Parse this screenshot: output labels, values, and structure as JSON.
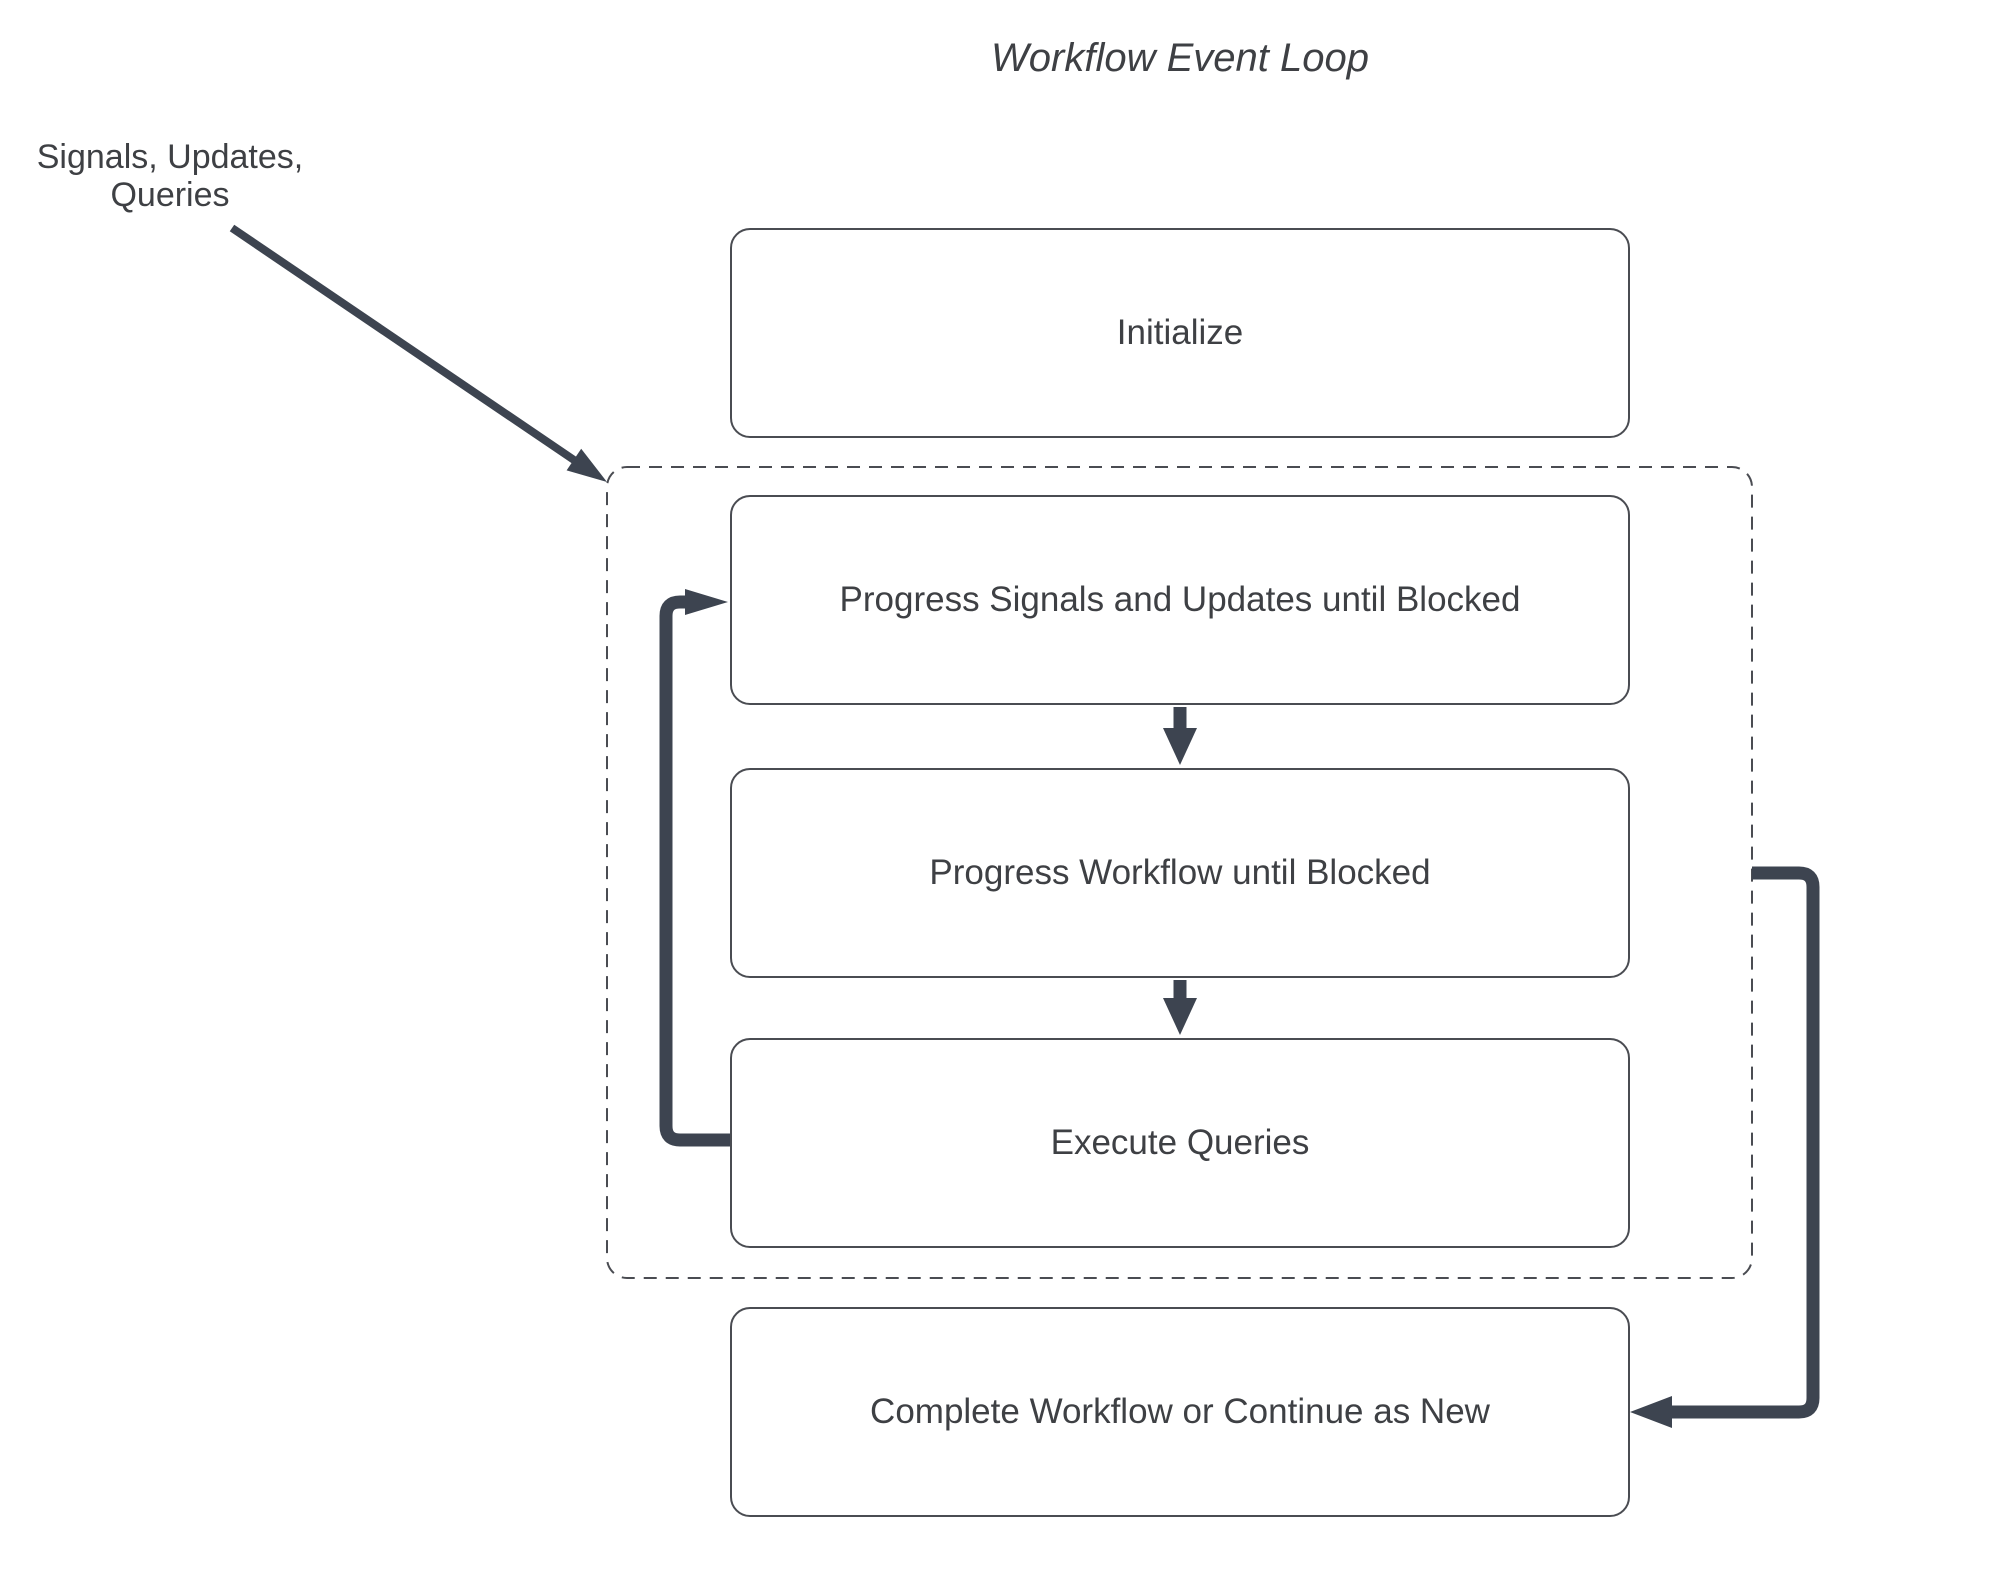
{
  "diagram": {
    "title": "Workflow Event Loop",
    "external_input_label": [
      "Signals, Updates,",
      "Queries"
    ],
    "nodes": [
      {
        "id": "initialize",
        "label": "Initialize"
      },
      {
        "id": "progress-signals",
        "label": "Progress Signals and Updates until Blocked"
      },
      {
        "id": "progress-workflow",
        "label": "Progress Workflow until Blocked"
      },
      {
        "id": "execute-queries",
        "label": "Execute Queries"
      },
      {
        "id": "complete-workflow",
        "label": "Complete Workflow or Continue as New"
      }
    ],
    "edges": [
      {
        "from": "external-inputs",
        "to": "event-loop-group",
        "style": "thin-diagonal-arrow"
      },
      {
        "from": "progress-signals",
        "to": "progress-workflow",
        "style": "down-arrow"
      },
      {
        "from": "progress-workflow",
        "to": "execute-queries",
        "style": "down-arrow"
      },
      {
        "from": "execute-queries",
        "to": "progress-signals",
        "style": "thick-left-loop"
      },
      {
        "from": "event-loop-group",
        "to": "complete-workflow",
        "style": "thick-right-path"
      }
    ],
    "groups": [
      {
        "id": "event-loop-group",
        "contains": [
          "progress-signals",
          "progress-workflow",
          "execute-queries"
        ],
        "border": "dashed"
      }
    ],
    "colors": {
      "arrow": "#3d4450",
      "node_border": "#4a4c52",
      "text": "#3e4044",
      "background": "#ffffff"
    }
  }
}
